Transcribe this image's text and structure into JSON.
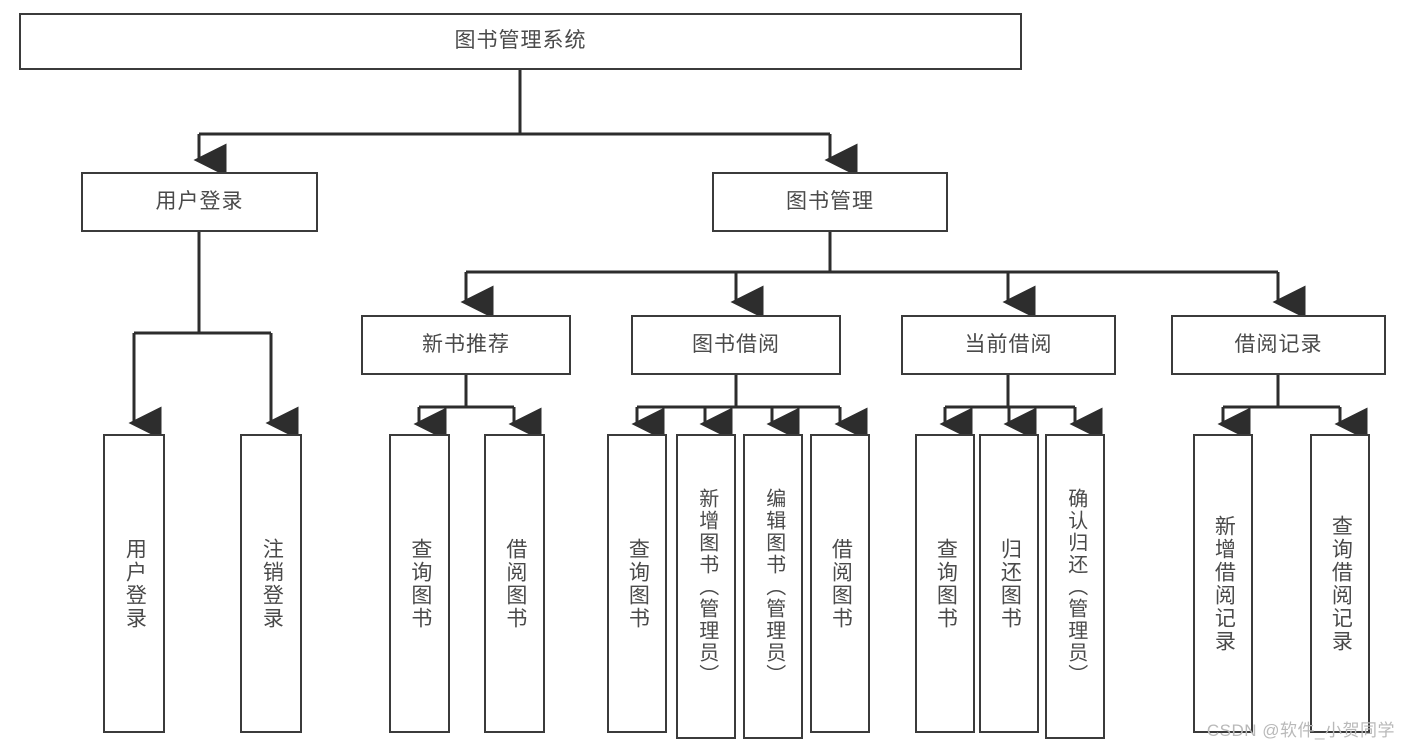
{
  "diagram": {
    "type": "tree",
    "title": "图书管理系统",
    "root": {
      "label": "图书管理系统"
    },
    "level1": [
      {
        "label": "用户登录"
      },
      {
        "label": "图书管理"
      }
    ],
    "level2": [
      {
        "label": "新书推荐"
      },
      {
        "label": "图书借阅"
      },
      {
        "label": "当前借阅"
      },
      {
        "label": "借阅记录"
      }
    ],
    "leaves": {
      "user_login": [
        {
          "label": "用户登录"
        },
        {
          "label": "注销登录"
        }
      ],
      "new_book_recommend": [
        {
          "label": "查询图书"
        },
        {
          "label": "借阅图书"
        }
      ],
      "book_borrow": [
        {
          "label": "查询图书"
        },
        {
          "label": "新增图书（管理员）"
        },
        {
          "label": "编辑图书（管理员）"
        },
        {
          "label": "借阅图书"
        }
      ],
      "current_borrow": [
        {
          "label": "查询图书"
        },
        {
          "label": "归还图书"
        },
        {
          "label": "确认归还（管理员）"
        }
      ],
      "borrow_record": [
        {
          "label": "新增借阅记录"
        },
        {
          "label": "查询借阅记录"
        }
      ]
    }
  },
  "watermark": {
    "text": "CSDN @软件_小贺同学"
  },
  "colors": {
    "border": "#3b3b3b",
    "text": "#4a4a4a",
    "background": "#ffffff",
    "watermark": "#b9b9b9"
  }
}
